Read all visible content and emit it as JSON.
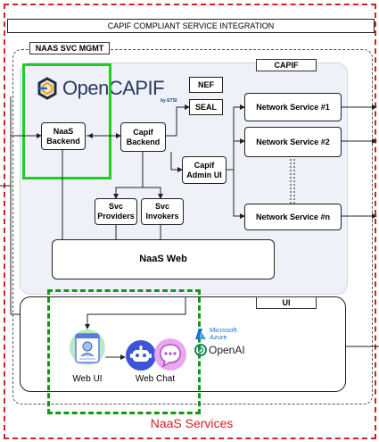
{
  "outer": {
    "title": "CAPIF COMPLIANT SERVICE INTEGRATION",
    "footer": "NaaS Services"
  },
  "naas_mgmt": {
    "title": "NAAS SVC MGMT"
  },
  "capif": {
    "title": "CAPIF",
    "logo_text": "OpenCAPIF",
    "logo_sub": "by ETSI",
    "nef": "NEF",
    "seal": "SEAL",
    "capif_backend": "Capif\nBackend",
    "capif_admin_ui": "Capif\nAdmin UI",
    "svc_providers": "Svc\nProviders",
    "svc_invokers": "Svc\nInvokers",
    "network_services": [
      "Network Service #1",
      "Network Service #2",
      "Network Service #n"
    ]
  },
  "naas_backend": "NaaS\nBackend",
  "naas_web": "NaaS Web",
  "ui": {
    "title": "UI",
    "web_ui": "Web UI",
    "web_chat": "Web Chat",
    "azure_line1": "Microsoft",
    "azure_line2": "Azure",
    "openai": "OpenAI"
  },
  "colors": {
    "outer_border": "#d32020",
    "highlight_green": "#22cc22",
    "capif_bg": "#eef2f8"
  }
}
